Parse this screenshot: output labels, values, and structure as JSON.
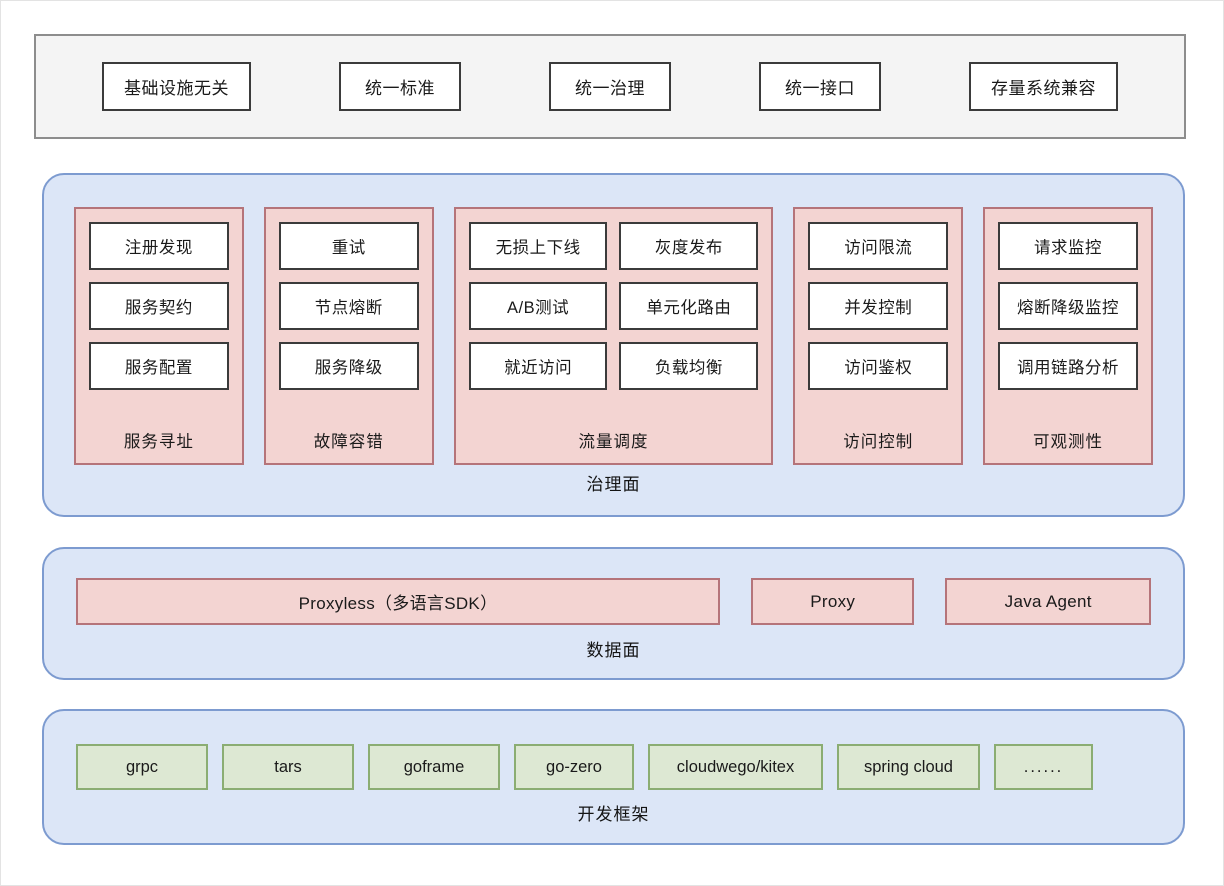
{
  "goals": {
    "items": [
      {
        "label": "基础设施无关"
      },
      {
        "label": "统一标准"
      },
      {
        "label": "统一治理"
      },
      {
        "label": "统一接口"
      },
      {
        "label": "存量系统兼容"
      }
    ]
  },
  "governance_plane": {
    "label": "治理面",
    "groups": [
      {
        "label": "服务寻址",
        "columns": 1,
        "items": [
          "注册发现",
          "服务契约",
          "服务配置"
        ]
      },
      {
        "label": "故障容错",
        "columns": 1,
        "items": [
          "重试",
          "节点熔断",
          "服务降级"
        ]
      },
      {
        "label": "流量调度",
        "columns": 2,
        "items": [
          "无损上下线",
          "灰度发布",
          "A/B测试",
          "单元化路由",
          "就近访问",
          "负载均衡"
        ]
      },
      {
        "label": "访问控制",
        "columns": 1,
        "items": [
          "访问限流",
          "并发控制",
          "访问鉴权"
        ]
      },
      {
        "label": "可观测性",
        "columns": 1,
        "items": [
          "请求监控",
          "熔断降级监控",
          "调用链路分析"
        ]
      }
    ]
  },
  "data_plane": {
    "label": "数据面",
    "items": [
      {
        "label": "Proxyless（多语言SDK）"
      },
      {
        "label": "Proxy"
      },
      {
        "label": "Java Agent"
      }
    ]
  },
  "framework_plane": {
    "label": "开发框架",
    "items": [
      {
        "label": "grpc"
      },
      {
        "label": "tars"
      },
      {
        "label": "goframe"
      },
      {
        "label": "go-zero"
      },
      {
        "label": "cloudwego/kitex"
      },
      {
        "label": "spring cloud"
      },
      {
        "label": "......"
      }
    ]
  },
  "colors": {
    "page_background": "#ffffff",
    "page_border": "#e3e3e3",
    "goals_strip_fill": "#f4f4f4",
    "goals_strip_border": "#8d8d8d",
    "plane_fill": "#dce6f7",
    "plane_border": "#7d9bd0",
    "group_fill": "#f3d4d2",
    "group_border": "#b5747a",
    "item_fill": "#ffffff",
    "item_border": "#3b3b3b",
    "framework_fill": "#dde8d3",
    "framework_border": "#8bad73",
    "text": "#1a1a1a"
  }
}
